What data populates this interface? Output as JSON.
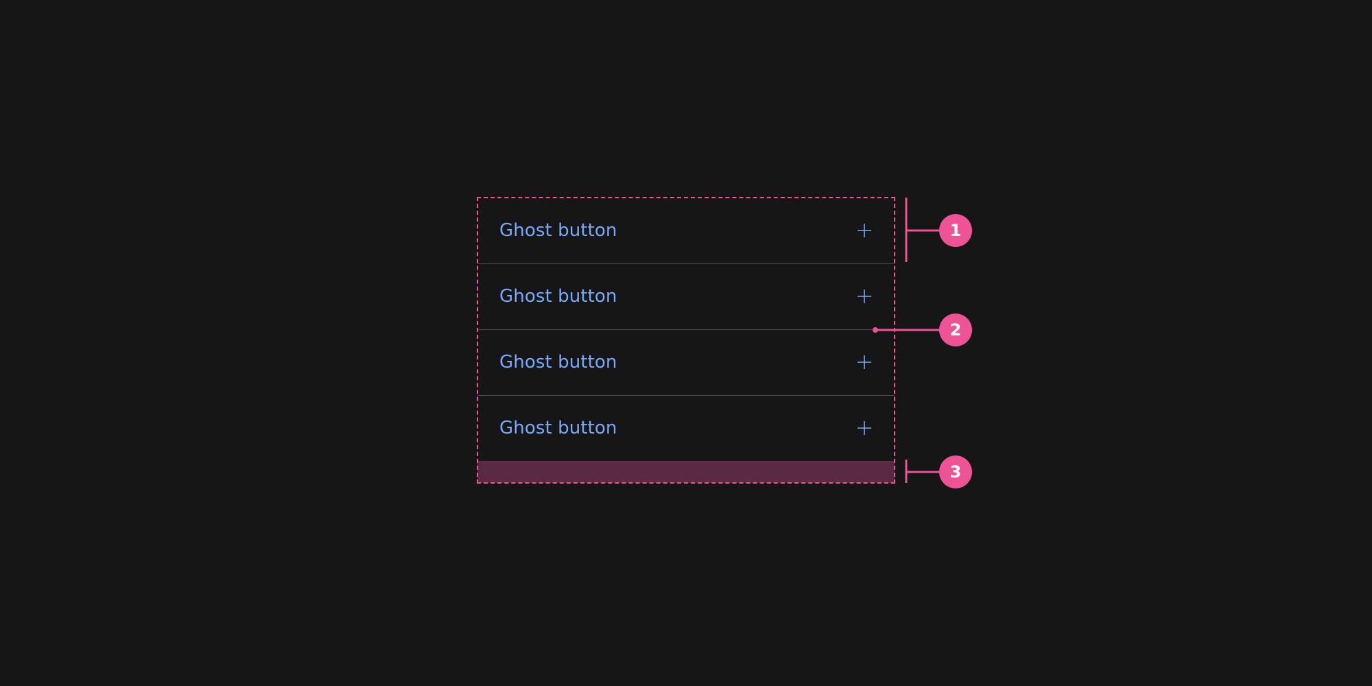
{
  "buttons": [
    {
      "label": "Ghost button",
      "icon": "plus-icon"
    },
    {
      "label": "Ghost button",
      "icon": "plus-icon"
    },
    {
      "label": "Ghost button",
      "icon": "plus-icon"
    },
    {
      "label": "Ghost button",
      "icon": "plus-icon"
    }
  ],
  "annotations": {
    "marker_1": "1",
    "marker_2": "2",
    "marker_3": "3"
  },
  "colors": {
    "background": "#161616",
    "ghost_text": "#78a9ff",
    "divider": "#4c4c4c",
    "annotation": "#ee5396",
    "spacer_fill": "#5a2a42"
  }
}
